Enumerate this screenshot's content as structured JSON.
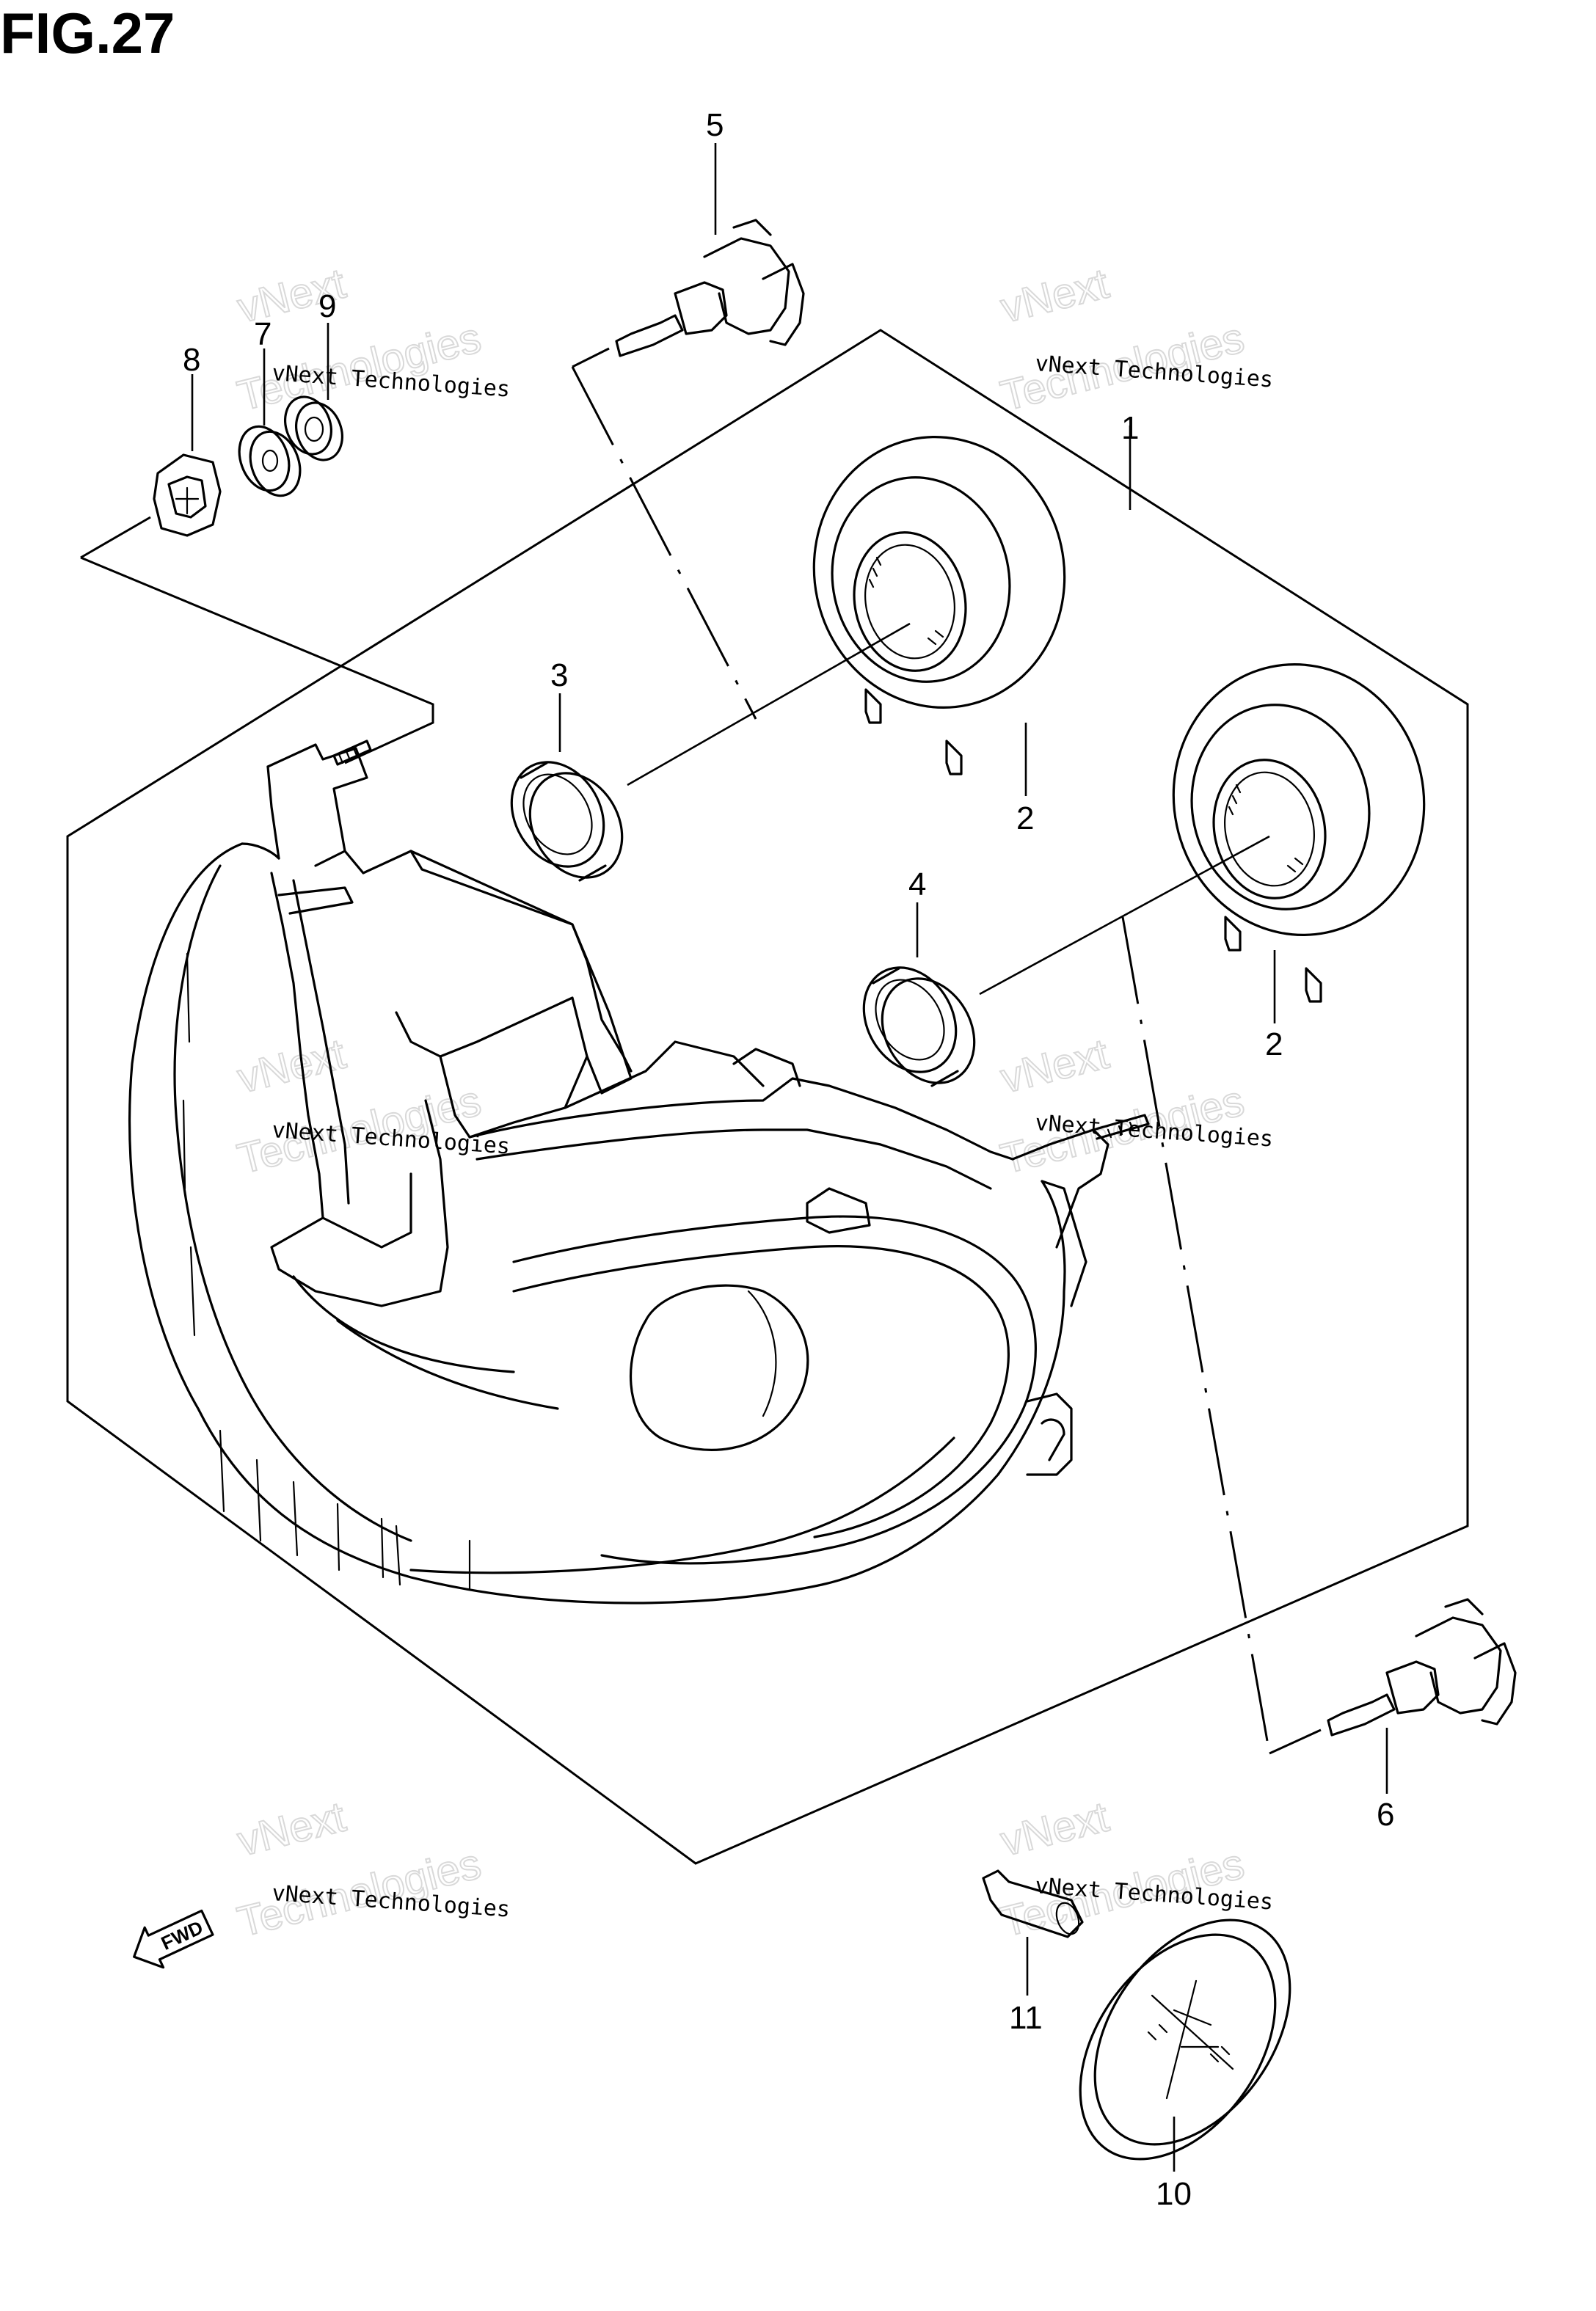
{
  "figure": {
    "title": "FIG.27"
  },
  "callouts": [
    {
      "id": "1",
      "label": "1"
    },
    {
      "id": "2a",
      "label": "2"
    },
    {
      "id": "2b",
      "label": "2"
    },
    {
      "id": "3",
      "label": "3"
    },
    {
      "id": "4",
      "label": "4"
    },
    {
      "id": "5",
      "label": "5"
    },
    {
      "id": "6",
      "label": "6"
    },
    {
      "id": "7",
      "label": "7"
    },
    {
      "id": "8",
      "label": "8"
    },
    {
      "id": "9",
      "label": "9"
    },
    {
      "id": "10",
      "label": "10"
    },
    {
      "id": "11",
      "label": "11"
    }
  ],
  "watermark": {
    "line1": "vNext Technologies",
    "line2": "vNext",
    "line3": "Technologies"
  },
  "direction_badge": {
    "text": "FWD"
  }
}
